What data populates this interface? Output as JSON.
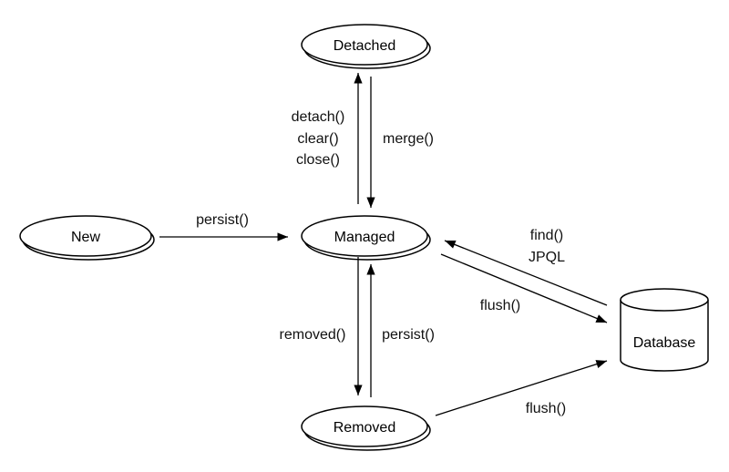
{
  "nodes": {
    "detached": "Detached",
    "new": "New",
    "managed": "Managed",
    "removed": "Removed",
    "database": "Database"
  },
  "edges": {
    "detach_clear_close": [
      "detach()",
      "clear()",
      "close()"
    ],
    "merge": "merge()",
    "persist_new": "persist()",
    "removed_call": "removed()",
    "persist_removed": "persist()",
    "find_jpql": [
      "find()",
      "JPQL"
    ],
    "flush_managed": "flush()",
    "flush_removed": "flush()"
  }
}
